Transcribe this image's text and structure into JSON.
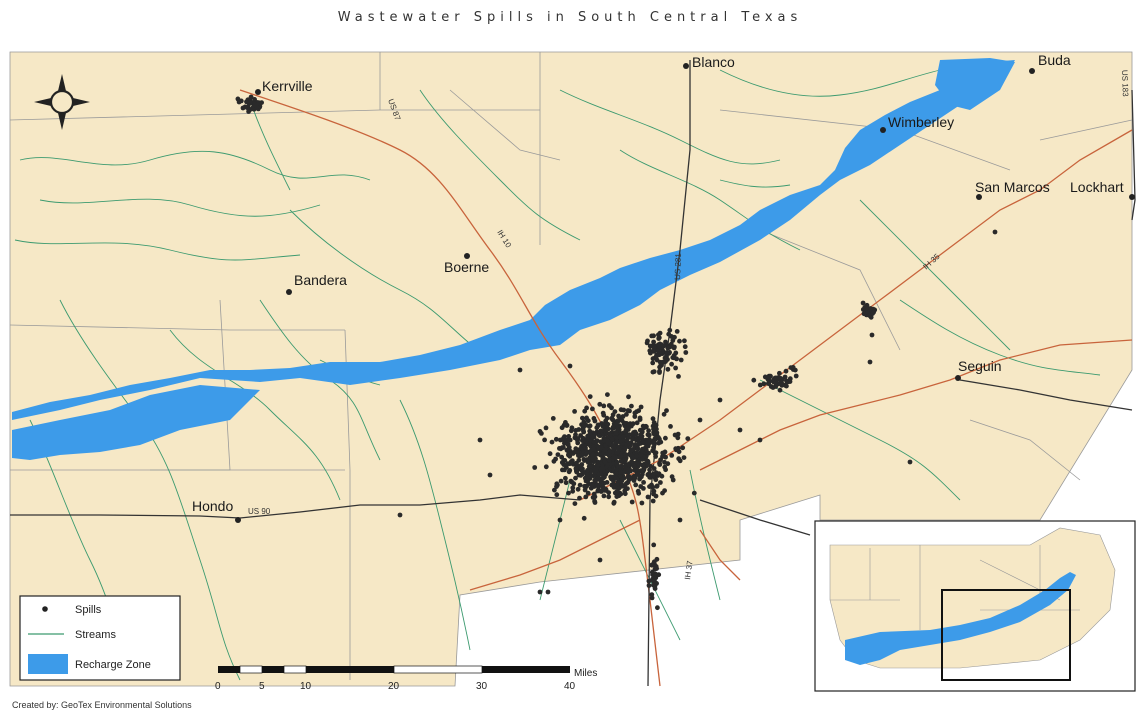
{
  "title": "Wastewater Spills in South Central Texas",
  "credit": "Created by: GeoTex Environmental Solutions",
  "cities": [
    {
      "name": "Kerrville"
    },
    {
      "name": "Blanco"
    },
    {
      "name": "Buda"
    },
    {
      "name": "Wimberley"
    },
    {
      "name": "San Marcos"
    },
    {
      "name": "Lockhart"
    },
    {
      "name": "Bandera"
    },
    {
      "name": "Boerne"
    },
    {
      "name": "Seguin"
    },
    {
      "name": "Hondo"
    }
  ],
  "highways": [
    "US 87",
    "US 281",
    "IH 10",
    "IH 35",
    "IH 37",
    "US 90",
    "US 183"
  ],
  "legend": {
    "spills": "Spills",
    "streams": "Streams",
    "recharge_zone": "Recharge Zone"
  },
  "scale_bar": {
    "unit": "Miles",
    "ticks": [
      "0",
      "5",
      "10",
      "20",
      "30",
      "40"
    ]
  },
  "colors": {
    "land": "#f6e8c6",
    "recharge_zone": "#3d9be9",
    "streams": "#3c9a6f",
    "roads": "#c8643c",
    "spills": "#2a2a2a",
    "boundary": "#9a9a9a"
  },
  "north_arrow": "compass-north-arrow-icon"
}
